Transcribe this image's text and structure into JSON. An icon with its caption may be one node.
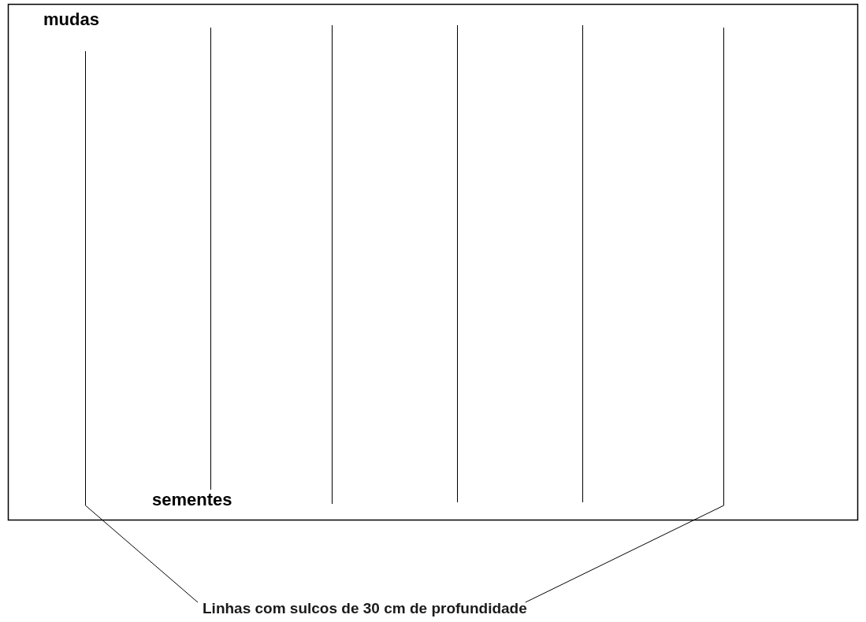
{
  "diagram": {
    "nodes": [
      {
        "text": [],
        "shape": "bar"
      },
      {
        "text": [],
        "shape": "bar"
      },
      {
        "text": [
          "Linhas com sulcos de 30 cm de profundidade"
        ]
      }
    ],
    "edges": [
      {
        "from": 2,
        "to": 0,
        "arrow": "none"
      },
      {
        "from": 2,
        "to": 1,
        "arrow": "none"
      }
    ],
    "labels": [
      "mudas",
      "sementes"
    ]
  }
}
